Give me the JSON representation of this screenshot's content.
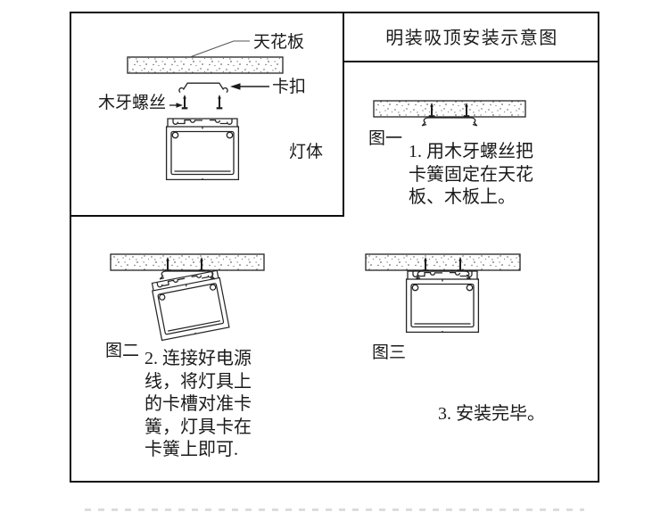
{
  "title": "明装吸顶安装示意图",
  "exploded_view": {
    "labels": {
      "ceiling_board": "天花板",
      "clip": "卡扣",
      "wood_screw": "木牙螺丝",
      "lamp_body": "灯体"
    }
  },
  "figures": [
    {
      "caption": "图一",
      "instruction": "1. 用木牙螺丝把\n卡簧固定在天花\n板、木板上。"
    },
    {
      "caption": "图二",
      "instruction": "2. 连接好电源\n线，将灯具上\n的卡槽对准卡\n簧，灯具卡在\n卡簧上即可."
    },
    {
      "caption": "图三",
      "instruction": "3. 安装完毕。"
    }
  ],
  "colors": {
    "line": "#242424",
    "text": "#1a1a1a",
    "background": "#ffffff"
  }
}
